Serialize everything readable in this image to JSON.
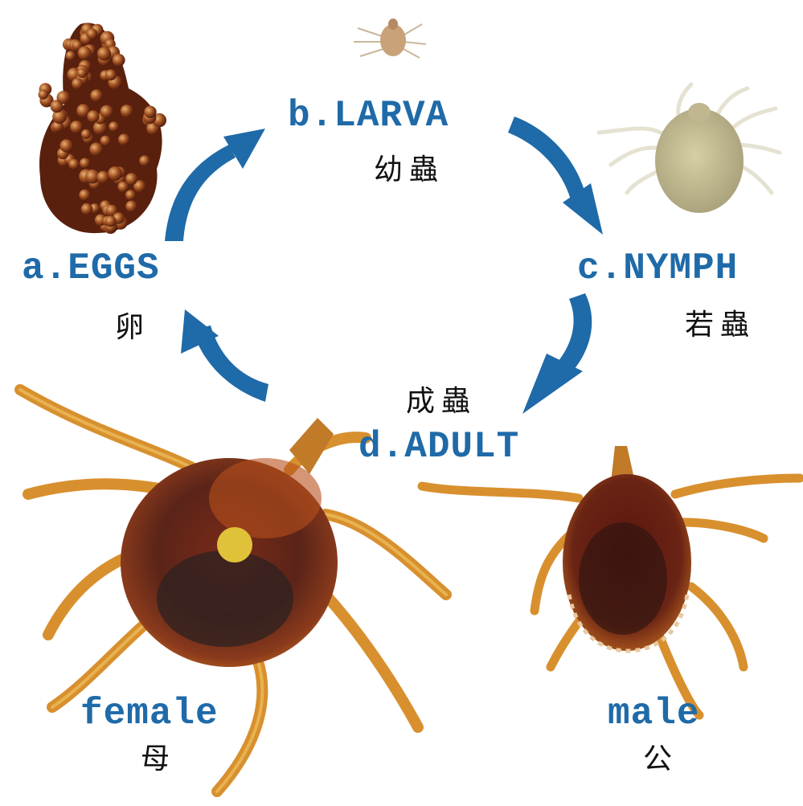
{
  "colors": {
    "accent": "#1f6aa8",
    "text": "#111111"
  },
  "stages": {
    "eggs": {
      "label": "a.EGGS",
      "chinese": "卵"
    },
    "larva": {
      "label": "b.LARVA",
      "chinese": "幼蟲"
    },
    "nymph": {
      "label": "c.NYMPH",
      "chinese": "若蟲"
    },
    "adult": {
      "label": "d.ADULT",
      "chinese": "成蟲"
    }
  },
  "adults": {
    "female": {
      "label": "female",
      "chinese": "母"
    },
    "male": {
      "label": "male",
      "chinese": "公"
    }
  }
}
